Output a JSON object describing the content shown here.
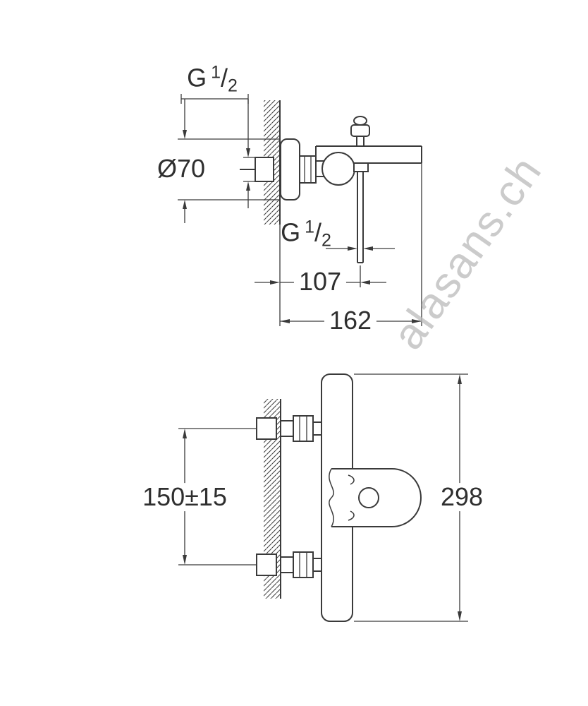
{
  "colors": {
    "line": "#3a3a3a",
    "background": "#ffffff",
    "watermark": "#bdbdbd"
  },
  "watermark": {
    "text": "alasans.ch"
  },
  "top_view": {
    "labels": {
      "thread_top": {
        "base": "G",
        "num": "1",
        "slash": "/",
        "den": "2"
      },
      "flange_dia": "Ø70",
      "thread_outlet": {
        "base": "G",
        "num": "1",
        "slash": "/",
        "den": "2"
      },
      "dim_107": "107",
      "dim_162": "162"
    }
  },
  "front_view": {
    "labels": {
      "dim_150": "150±15",
      "dim_298": "298"
    }
  }
}
